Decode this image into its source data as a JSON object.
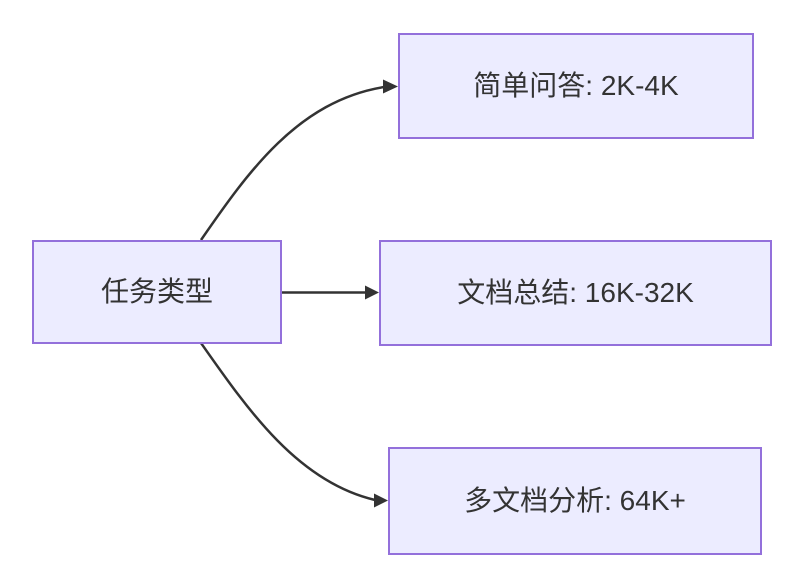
{
  "diagram": {
    "type": "flowchart-LR",
    "nodes": {
      "root": {
        "label": "任务类型"
      },
      "simple_qa": {
        "label": "简单问答: 2K-4K"
      },
      "doc_summary": {
        "label": "文档总结: 16K-32K"
      },
      "multi_doc": {
        "label": "多文档分析: 64K+"
      }
    },
    "edges": [
      {
        "from": "root",
        "to": "simple_qa"
      },
      {
        "from": "root",
        "to": "doc_summary"
      },
      {
        "from": "root",
        "to": "multi_doc"
      }
    ],
    "colors": {
      "node_fill": "#ECECFF",
      "node_border": "#9370DB",
      "edge": "#333333",
      "text": "#333333",
      "background": "#FFFFFF"
    }
  }
}
